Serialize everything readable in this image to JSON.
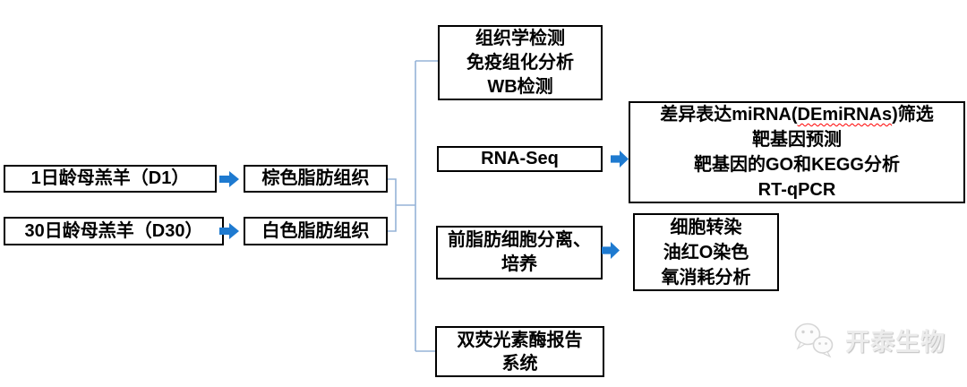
{
  "colors": {
    "background": "#ffffff",
    "box_border": "#000000",
    "box_text": "#000000",
    "arrow_blue": "#1e7ad0",
    "connector_blue": "#95b3d7",
    "spellcheck_underline_red": "#ff0000",
    "watermark_gray": "#ececec"
  },
  "diagram": {
    "inputs": {
      "lamb_d1": "1日龄母羔羊（D1）",
      "lamb_d30": "30日龄母羔羊（D30）"
    },
    "tissues": {
      "brown": "棕色脂肪组织",
      "white": "白色脂肪组织"
    },
    "analyses": {
      "histology": {
        "line1": "组织学检测",
        "line2": "免疫组化分析",
        "line3": "WB检测"
      },
      "rna_seq": "RNA-Seq",
      "mirna": {
        "line1_prefix": "差异表达miRNA(",
        "line1_underlined": "DEmiRNAs",
        "line1_suffix": ")筛选",
        "line2": "靶基因预测",
        "line3": "靶基因的GO和KEGG分析",
        "line4": "RT-qPCR"
      },
      "preadipocyte": {
        "line1": "前脂肪细胞分离、",
        "line2": "培养"
      },
      "cell_assays": {
        "line1": "细胞转染",
        "line2": "油红O染色",
        "line3": "氧消耗分析"
      },
      "luciferase": {
        "line1": "双荧光素酶报告",
        "line2": "系统"
      }
    }
  },
  "watermark": {
    "brand": "开泰生物"
  }
}
